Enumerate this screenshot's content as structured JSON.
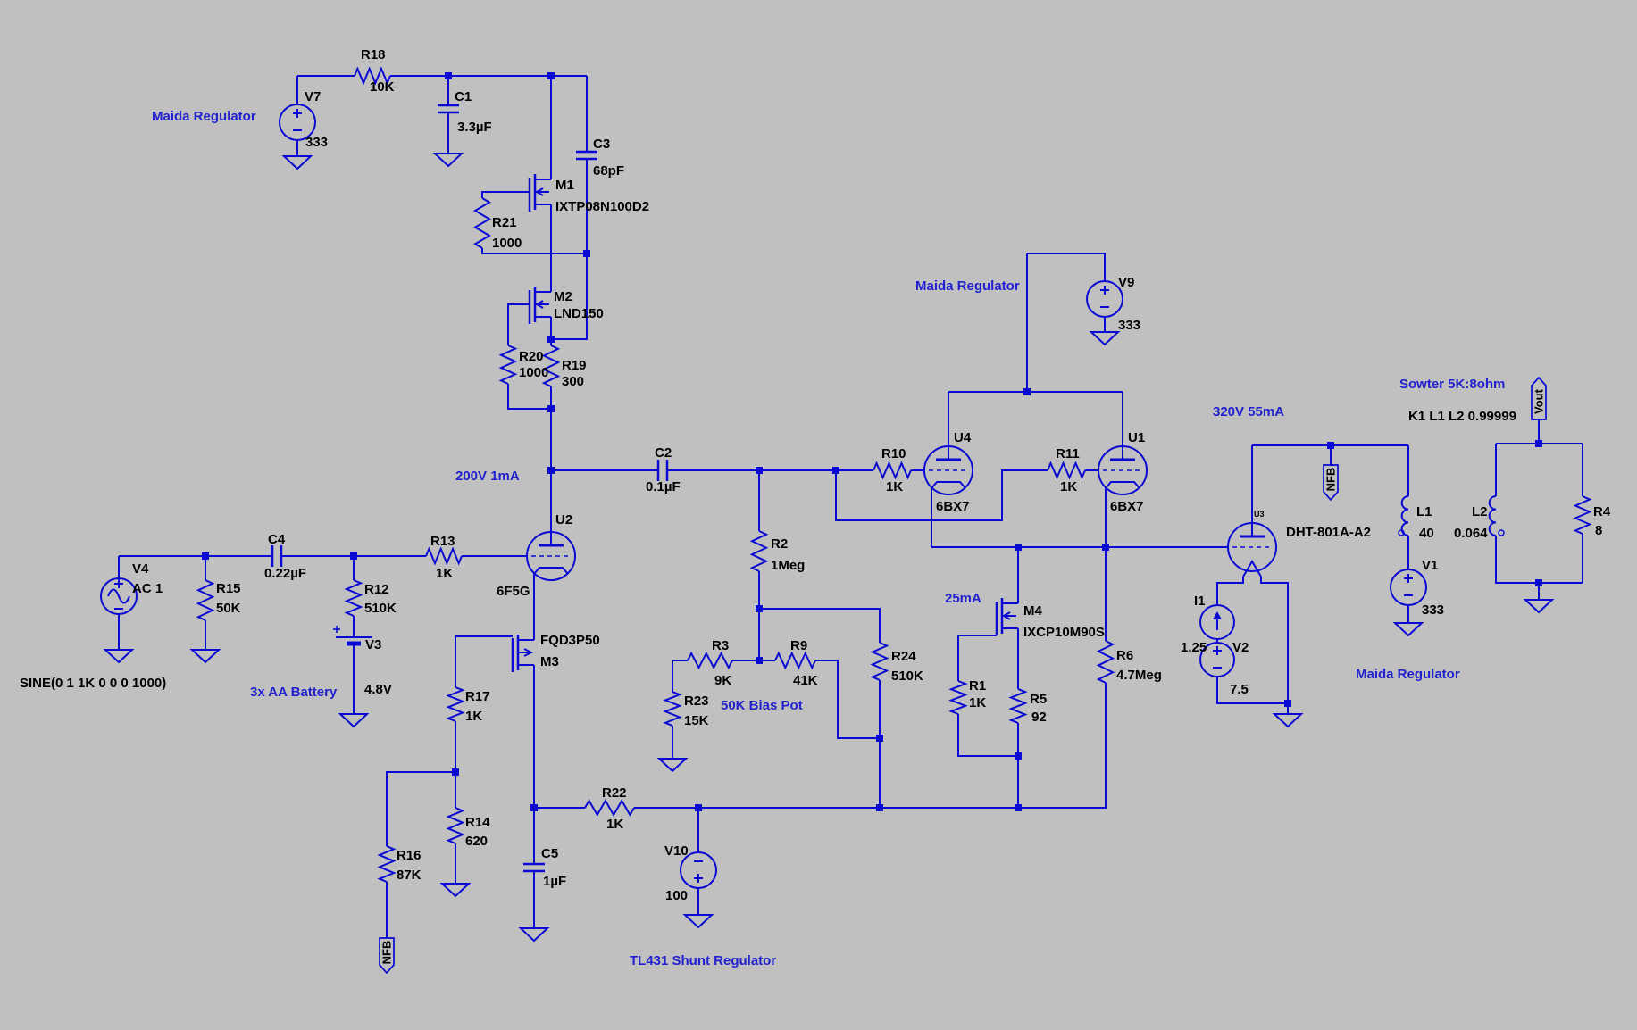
{
  "app": {
    "title": "Tube amplifier schematic"
  },
  "colors": {
    "background": "#C0C0C0",
    "wire": "#0A0AD2",
    "comment": "#2121CE",
    "text": "#000000"
  },
  "components": {
    "V7": {
      "des": "V7",
      "val": "333"
    },
    "R18": {
      "des": "R18",
      "val": "10K"
    },
    "C1": {
      "des": "C1",
      "val": "3.3µF"
    },
    "C3": {
      "des": "C3",
      "val": "68pF"
    },
    "M1": {
      "des": "M1",
      "val": "IXTP08N100D2"
    },
    "R21": {
      "des": "R21",
      "val": "1000"
    },
    "M2": {
      "des": "M2",
      "val": "LND150"
    },
    "R20": {
      "des": "R20",
      "val": "1000"
    },
    "R19": {
      "des": "R19",
      "val": "300"
    },
    "C2": {
      "des": "C2",
      "val": "0.1µF"
    },
    "U2": {
      "des": "U2",
      "val": "6F5G"
    },
    "R13": {
      "des": "R13",
      "val": "1K"
    },
    "C4": {
      "des": "C4",
      "val": "0.22µF"
    },
    "R15": {
      "des": "R15",
      "val": "50K"
    },
    "V4": {
      "des": "V4",
      "val": "AC 1"
    },
    "R12": {
      "des": "R12",
      "val": "510K"
    },
    "V3": {
      "des": "V3",
      "val": "4.8V"
    },
    "M3": {
      "des": "M3",
      "val": "FQD3P50"
    },
    "R17": {
      "des": "R17",
      "val": "1K"
    },
    "R16": {
      "des": "R16",
      "val": "87K"
    },
    "R14": {
      "des": "R14",
      "val": "620"
    },
    "C5": {
      "des": "C5",
      "val": "1µF"
    },
    "R22": {
      "des": "R22",
      "val": "1K"
    },
    "V10": {
      "des": "V10",
      "val": "100"
    },
    "R2": {
      "des": "R2",
      "val": "1Meg"
    },
    "R3": {
      "des": "R3",
      "val": "9K"
    },
    "R9": {
      "des": "R9",
      "val": "41K"
    },
    "R23": {
      "des": "R23",
      "val": "15K"
    },
    "R24": {
      "des": "R24",
      "val": "510K"
    },
    "R10": {
      "des": "R10",
      "val": "1K"
    },
    "U4": {
      "des": "U4",
      "val": "6BX7"
    },
    "R11": {
      "des": "R11",
      "val": "1K"
    },
    "U1": {
      "des": "U1",
      "val": "6BX7"
    },
    "V9": {
      "des": "V9",
      "val": "333"
    },
    "M4": {
      "des": "M4",
      "val": "IXCP10M90S"
    },
    "R1": {
      "des": "R1",
      "val": "1K"
    },
    "R5": {
      "des": "R5",
      "val": "92"
    },
    "R6": {
      "des": "R6",
      "val": "4.7Meg"
    },
    "U3": {
      "des": "U3",
      "val": "DHT-801A-A2"
    },
    "I1": {
      "des": "I1",
      "val": "1.25"
    },
    "V2": {
      "des": "V2",
      "val": "7.5"
    },
    "L1": {
      "des": "L1",
      "val": "40"
    },
    "V1": {
      "des": "V1",
      "val": "333"
    },
    "L2": {
      "des": "L2",
      "val": "0.064"
    },
    "R4": {
      "des": "R4",
      "val": "8"
    }
  },
  "annotations": {
    "maida_left": "Maida Regulator",
    "maida_mid": "Maida Regulator",
    "maida_right": "Maida Regulator",
    "node_200v": "200V 1mA",
    "sine": "SINE(0 1 1K 0 0 0 1000)",
    "battery": "3x AA Battery",
    "bias_pot": "50K Bias Pot",
    "tl431": "TL431 Shunt Regulator",
    "ma25": "25mA",
    "node_320v": "320V 55mA",
    "sowter": "Sowter 5K:8ohm",
    "kstmt": "K1 L1 L2 0.99999"
  },
  "flags": {
    "nfb_top": "NFB",
    "nfb_bottom": "NFB",
    "vout": "Vout"
  }
}
